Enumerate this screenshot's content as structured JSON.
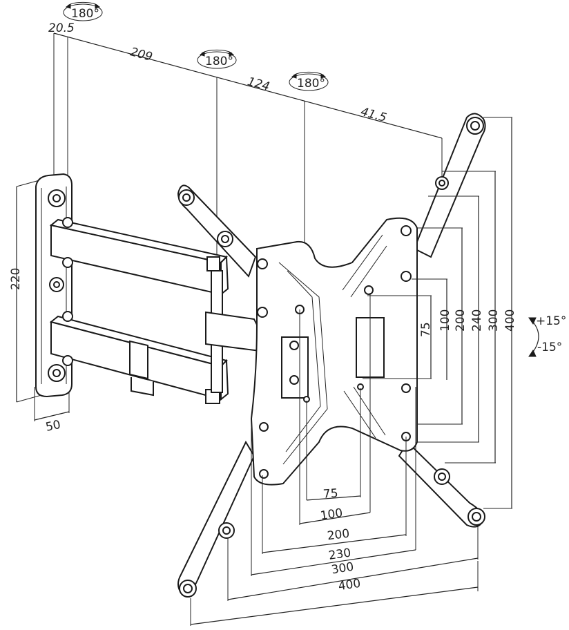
{
  "rotation": {
    "top": "180°",
    "mid": "180°",
    "right": "180°"
  },
  "tilt": {
    "up": "+15°",
    "down": "-15°"
  },
  "dims_top": {
    "d1": "20.5",
    "d2": "209",
    "d3": "124",
    "d4": "41.5"
  },
  "dims_wallplate": {
    "height": "220",
    "depth": "50"
  },
  "dims_vertical": [
    "75",
    "100",
    "200",
    "240",
    "300",
    "400"
  ],
  "dims_horizontal": [
    "75",
    "100",
    "200",
    "230",
    "300",
    "400"
  ]
}
